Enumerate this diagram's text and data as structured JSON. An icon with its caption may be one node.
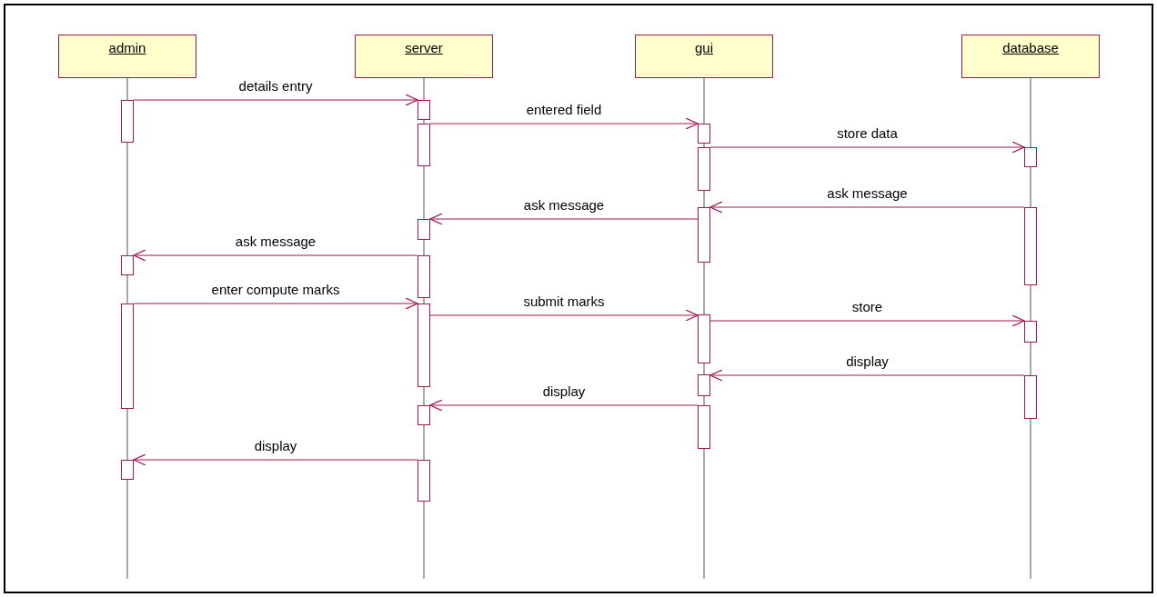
{
  "diagram": {
    "nodes": [
      {
        "text": [
          "admin"
        ]
      },
      {
        "text": [
          "server"
        ]
      },
      {
        "text": [
          "gui"
        ]
      },
      {
        "text": [
          "database"
        ]
      },
      {
        "text": [],
        "shape": "bar"
      },
      {
        "text": [],
        "shape": "bar"
      },
      {
        "text": [],
        "shape": "bar"
      },
      {
        "text": [],
        "shape": "bar"
      },
      {
        "text": [],
        "shape": "bar"
      },
      {
        "text": [],
        "shape": "bar"
      },
      {
        "text": [],
        "shape": "bar"
      },
      {
        "text": [],
        "shape": "bar"
      },
      {
        "text": [],
        "shape": "bar"
      },
      {
        "text": [],
        "shape": "bar"
      },
      {
        "text": [],
        "shape": "bar"
      },
      {
        "text": [],
        "shape": "bar"
      },
      {
        "text": [],
        "shape": "bar"
      },
      {
        "text": [],
        "shape": "bar"
      },
      {
        "text": [],
        "shape": "bar"
      },
      {
        "text": [],
        "shape": "bar"
      },
      {
        "text": [],
        "shape": "bar"
      },
      {
        "text": [],
        "shape": "bar"
      },
      {
        "text": [],
        "shape": "bar"
      },
      {
        "text": [],
        "shape": "bar"
      },
      {
        "text": [],
        "shape": "bar"
      }
    ],
    "edges": [
      {
        "from": 4,
        "to": 5,
        "arrow": "to",
        "label": "details entry"
      },
      {
        "from": 6,
        "to": 7,
        "arrow": "to",
        "label": "entered field"
      },
      {
        "from": 8,
        "to": 9,
        "arrow": "to",
        "label": "store data"
      },
      {
        "from": 11,
        "to": 10,
        "arrow": "to",
        "label": "ask message"
      },
      {
        "from": 10,
        "to": 12,
        "arrow": "to",
        "label": "ask message"
      },
      {
        "from": 14,
        "to": 13,
        "arrow": "to",
        "label": "ask message"
      },
      {
        "from": 15,
        "to": 16,
        "arrow": "to",
        "label": "enter compute marks"
      },
      {
        "from": 16,
        "to": 17,
        "arrow": "to",
        "label": "submit marks"
      },
      {
        "from": 17,
        "to": 18,
        "arrow": "to",
        "label": "store"
      },
      {
        "from": 20,
        "to": 19,
        "arrow": "to",
        "label": "display"
      },
      {
        "from": 22,
        "to": 21,
        "arrow": "to",
        "label": "display"
      },
      {
        "from": 24,
        "to": 23,
        "arrow": "to",
        "label": "display"
      }
    ]
  }
}
